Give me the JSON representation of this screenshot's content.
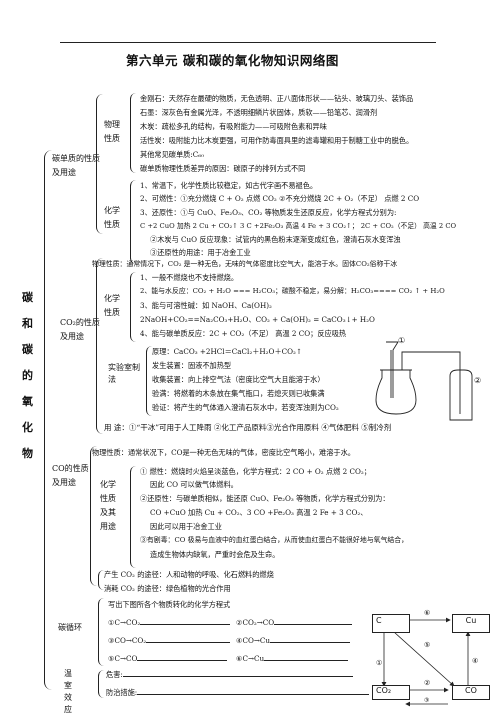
{
  "title": "第六单元  碳和碳的氧化物知识网络图",
  "side_title": "碳和碳的氧化物",
  "carbon": {
    "heading": "碳单质的性质及用途",
    "physical": {
      "label": "物理性质",
      "lines": [
        "金刚石：天然存在最硬的物质，无色透明、正八面体形状——钻头、玻璃刀头、装饰品",
        "石墨：深灰色有金属光泽，不透明细鳞片状固体，质软——铅笔芯、润滑剂",
        "木炭：疏松多孔的结构，有吸附能力——可吸附色素和异味",
        "活性炭：吸附能力比木炭更强，可用作防毒面具里的滤毒罐和用于制糖工业中的脱色。",
        "其他常见碳单质:C₆₀",
        "碳单质物理性质差异的原因：碳原子的排列方式不同"
      ]
    },
    "chemical": {
      "label": "化学性质",
      "lines": [
        "1、常温下，化学性质比较稳定，如古代字画不易褪色。",
        "2、可燃性：①充分燃烧 C + O₂ 点燃 CO₂  ②不充分燃烧 2C + O₂（不足） 点燃 2 CO",
        "3、还原性：①与 CuO、Fe₂O₃、CO₂ 等物质发生还原反应，化学方程式分别为:",
        "C +2 CuO 加热 2 Cu + CO₂↑  3 C +2Fe₂O₃ 高温 4 Fe + 3 CO₂↑；  2C + CO₂（不足） 高温 2 CO",
        "②木炭与 CuO 反应现象：试管内的黑色粉末逐渐变成红色，澄清石灰水变浑浊",
        "③还原性的用途：用于冶金工业"
      ]
    }
  },
  "co2": {
    "heading": "CO₂的性质及用途",
    "physical": "物理性质：通常情况下，CO₂ 是一种无色，无味的气体密度比空气大，能溶于水。固体CO₂俗称干冰",
    "chemical": {
      "label": "化学性质",
      "lines": [
        "1、一般不燃烧也不支持燃烧。",
        "2、能与水反应：CO₂ + H₂O === H₂CO₃；碳酸不稳定，易分解：H₂CO₃==== CO₂ ↑ + H₂O",
        "3、能与可溶性碱：如 NaOH、Ca(OH)₂",
        "2NaOH+CO₂==Na₂CO₃+H₂O、CO₂ + Ca(OH)₂ = CaCO₃↓+ H₂O",
        "4、能与碳单质反应：2C + CO₂（不足） 高温 2 CO；反应吸热"
      ]
    },
    "lab": {
      "label": "实验室制法",
      "lines": [
        "原理：CaCO₃ +2HCl＝CaCl₂＋H₂O＋CO₂↑",
        "发生装置：固液不加热型",
        "收集装置：向上排空气法（密度比空气大且能溶于水）",
        "验满：将燃着的木条放在集气瓶口，若熄灭则已收集满",
        "验证：将产生的气体通入澄清石灰水中，若变浑浊则为CO₂"
      ],
      "marker_1": "①",
      "marker_2": "②"
    },
    "uses": "用  途：①“干冰”可用于人工降雨 ②化工产品原料③光合作用原料 ④气体肥料 ⑤制冷剂"
  },
  "co": {
    "heading": "CO的性质及用途",
    "physical": "物理性质：通常状况下，CO是一种无色无味的气体，密度比空气略小，难溶于水。",
    "chemical": {
      "label": "化学性质及其用途",
      "lines": [
        "①  燃性：燃烧时火焰呈淡蓝色，化学方程式：2 CO + O₂ 点燃  2 CO₂；",
        "因此 CO 可以做气体燃料。",
        "②还原性：与碳单质相似，能还原 CuO、Fe₂O₃ 等物质，化学方程式分别为：",
        "CO +CuO 加热 Cu + CO₂、3 CO +Fe₂O₃ 高温 2 Fe + 3 CO₂、",
        "因此可以用于冶金工业",
        "③有剧毒：CO 极易与血液中的血红蛋白结合，从而使血红蛋白不能很好地与氧气结合，",
        "造成生物体内缺氧，严重时会危及生命。"
      ]
    }
  },
  "cycle": {
    "heading": "碳循环",
    "lines": [
      "产生 CO₂ 的途径：人和动物的呼吸、化石燃料的燃烧",
      "消耗 CO₂ 的途径：绿色植物的光合作用"
    ],
    "prompt": "写出下图所各个物质转化的化学方程式",
    "items": [
      "①C→CO₂",
      "②CO₂→CO",
      "③CO→CO₂",
      "④CO→Cu",
      "⑤C→CO",
      "⑥C→Cu"
    ],
    "diagram": {
      "nodes": [
        "C",
        "Cu",
        "CO₂",
        "CO"
      ],
      "labels": [
        "⑥",
        "①",
        "⑤",
        "②",
        "③",
        "④"
      ]
    }
  },
  "greenhouse": {
    "heading": "温室效应",
    "harm": "危害:",
    "prevention": "防治措施:"
  }
}
